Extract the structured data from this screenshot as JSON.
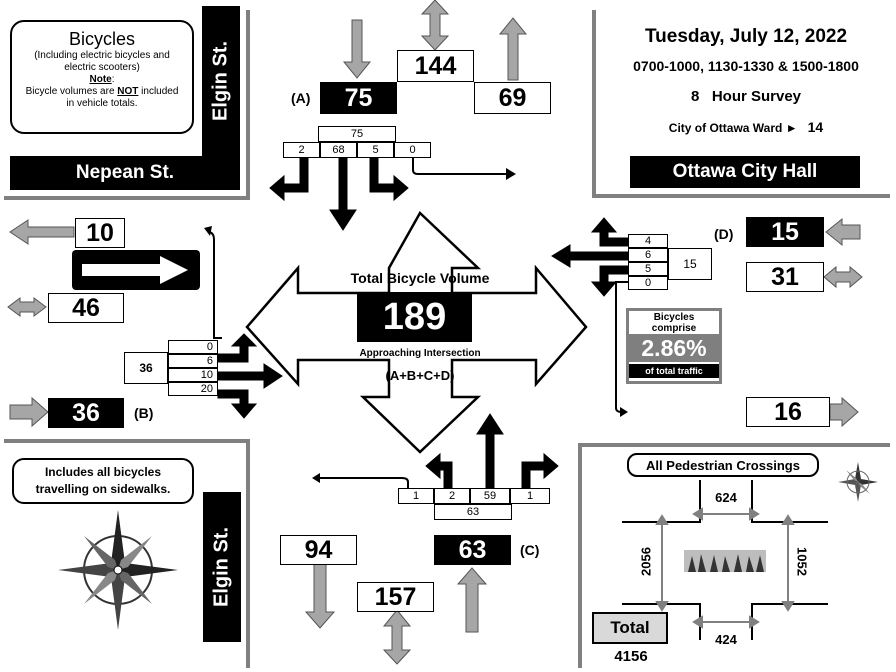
{
  "legend": {
    "title": "Bicycles",
    "line1": "(Including electric bicycles and",
    "line2": "electric scooters)",
    "note_label": "Note",
    "note_colon": ":",
    "note_a": "Bicycle volumes are ",
    "note_not": "NOT",
    "note_b": " included",
    "note_c": "in vehicle totals."
  },
  "streets": {
    "north_south": "Elgin St.",
    "west": "Nepean St.",
    "east": "Ottawa City Hall"
  },
  "survey": {
    "date": "Tuesday, July 12, 2022",
    "periods": "0700-1000, 1130-1330 & 1500-1800",
    "hours": "8",
    "hours_label": "Hour Survey",
    "ward_label": "City of Ottawa Ward",
    "ward_arrow": "►",
    "ward": "14"
  },
  "center": {
    "title": "Total Bicycle Volume",
    "total": "189",
    "sub": "Approaching Intersection",
    "formula": "(A+B+C+D)"
  },
  "approach_a": {
    "label": "(A)",
    "approach": "75",
    "departure": "69",
    "total_both": "144",
    "sum": "75",
    "cells": [
      "2",
      "68",
      "5",
      "0"
    ]
  },
  "approach_b": {
    "label": "(B)",
    "approach": "36",
    "departure": "10",
    "total_both": "46",
    "sum": "36",
    "cells": [
      "0",
      "6",
      "10",
      "20"
    ]
  },
  "approach_c": {
    "label": "(C)",
    "approach": "63",
    "departure": "94",
    "total_both": "157",
    "sum": "63",
    "cells": [
      "1",
      "2",
      "59",
      "1"
    ]
  },
  "approach_d": {
    "label": "(D)",
    "approach": "15",
    "departure": "16",
    "total_both": "31",
    "sum": "15",
    "cells": [
      "4",
      "6",
      "5",
      "0"
    ]
  },
  "share": {
    "line1": "Bicycles",
    "line2": "comprise",
    "percent": "2.86%",
    "line3": "of total traffic"
  },
  "sidewalk_note": {
    "line1": "Includes all bicycles",
    "line2": "travelling on sidewalks."
  },
  "pedestrians": {
    "title": "All Pedestrian Crossings",
    "north": "624",
    "south": "424",
    "west": "2056",
    "east": "1052",
    "total_label": "Total",
    "total": "4156"
  },
  "colors": {
    "arrow_gray": "#a6a6a6",
    "share_gray": "#7f7f7f",
    "line_gray": "#808080"
  }
}
